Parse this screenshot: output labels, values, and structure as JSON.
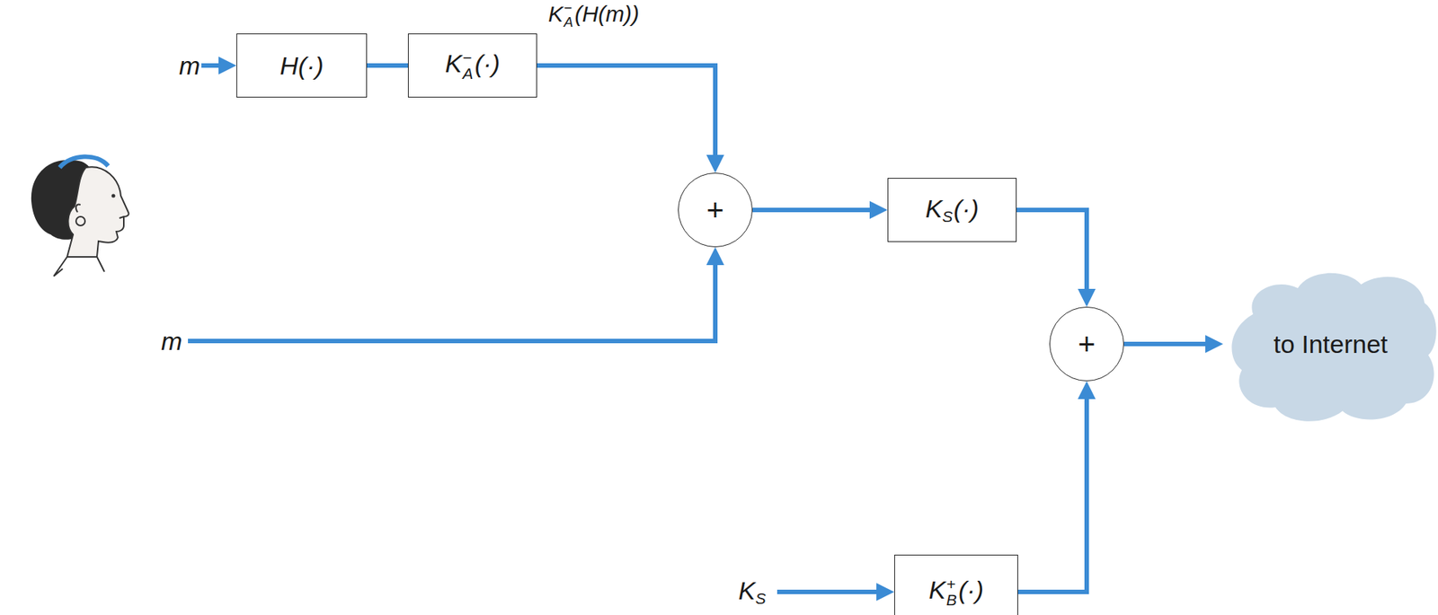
{
  "diagram": {
    "nodes": [
      {
        "text": [
          "H(·)"
        ]
      },
      {
        "text": [
          "KA−(·)"
        ]
      },
      {
        "text": [
          "+"
        ]
      },
      {
        "text": [
          "KS(·)"
        ]
      },
      {
        "text": [
          "+"
        ]
      },
      {
        "text": [
          "KB+(·)"
        ]
      },
      {
        "text": [
          "to Internet"
        ]
      }
    ],
    "edges": [
      {
        "from": 0,
        "to": 1,
        "arrow": "none"
      },
      {
        "from": 1,
        "to": 2,
        "arrow": "to",
        "label": "KA−(H(m))"
      },
      {
        "from": 2,
        "to": 3,
        "arrow": "to"
      },
      {
        "from": 3,
        "to": 4,
        "arrow": "to"
      },
      {
        "from": 5,
        "to": 4,
        "arrow": "to"
      },
      {
        "from": 4,
        "to": 6,
        "arrow": "to"
      }
    ],
    "labels": [
      "m",
      "m",
      "KS"
    ]
  }
}
